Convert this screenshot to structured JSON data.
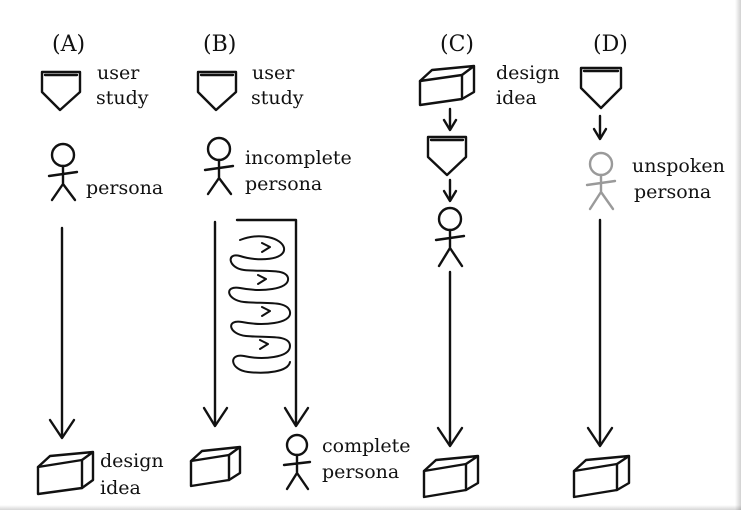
{
  "columns": {
    "a": {
      "heading": "(A)",
      "top_label_1": "user",
      "top_label_2": "study",
      "mid_label": "persona",
      "bottom_label_1": "design",
      "bottom_label_2": "idea"
    },
    "b": {
      "heading": "(B)",
      "top_label_1": "user",
      "top_label_2": "study",
      "mid_label_1": "incomplete",
      "mid_label_2": "persona",
      "bottom_label_1": "complete",
      "bottom_label_2": "persona"
    },
    "c": {
      "heading": "(C)",
      "top_label_1": "design",
      "top_label_2": "idea"
    },
    "d": {
      "heading": "(D)",
      "mid_label_1": "unspoken",
      "mid_label_2": "persona"
    }
  },
  "colors": {
    "ink": "#111111",
    "ghost": "#9a9a9a",
    "background": "#ffffff"
  }
}
